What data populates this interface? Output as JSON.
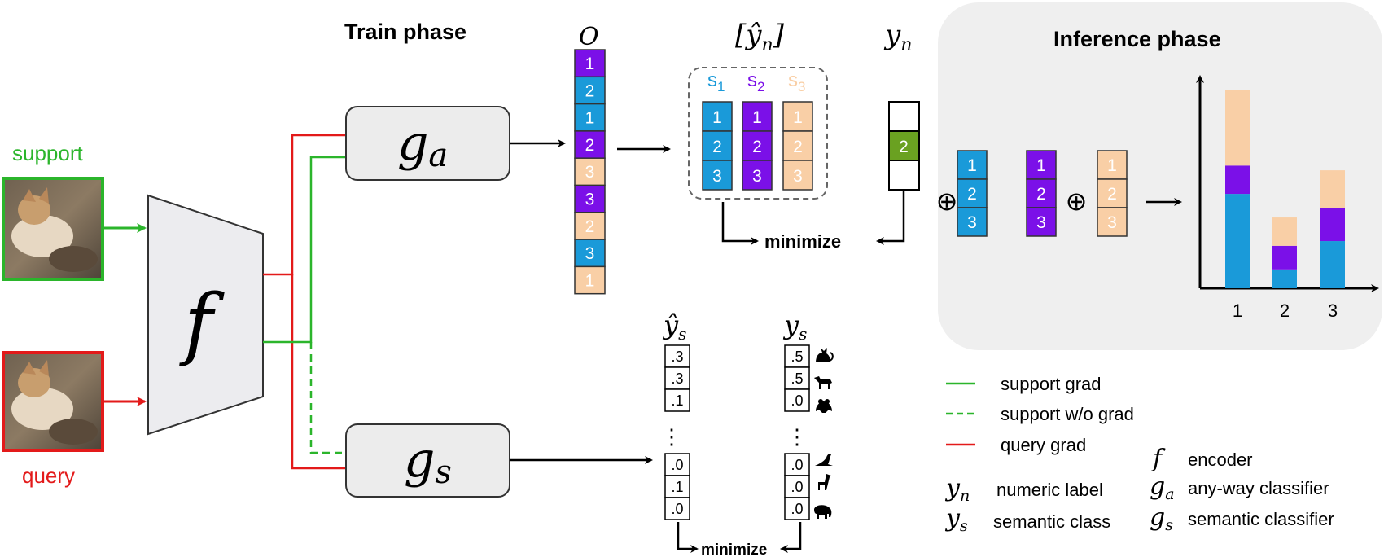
{
  "train_title": "Train phase",
  "inference_title": "Inference phase",
  "inputs": {
    "support": "support",
    "query": "query"
  },
  "encoder_symbol": "f",
  "heads": {
    "ga": "g",
    "ga_sub": "a",
    "gs": "g",
    "gs_sub": "s"
  },
  "output_label": "O",
  "output_column": [
    "1",
    "2",
    "1",
    "2",
    "3",
    "3",
    "2",
    "3",
    "1"
  ],
  "pred_label": "[ŷ",
  "pred_label_sub": "n",
  "pred_label_close": "]",
  "pred_columns": [
    {
      "label": "s",
      "sub": "1",
      "cells": [
        "1",
        "2",
        "3"
      ],
      "color": "#1a9ad9"
    },
    {
      "label": "s",
      "sub": "2",
      "cells": [
        "1",
        "2",
        "3"
      ],
      "color": "#7b10e8"
    },
    {
      "label": "s",
      "sub": "3",
      "cells": [
        "1",
        "2",
        "3"
      ],
      "color": "#f9cfa6"
    }
  ],
  "yn_label": "y",
  "yn_sub": "n",
  "yn_value": "2",
  "minimize_top": "minimize",
  "minimize_bottom": "minimize",
  "ys_hat_label": "ŷ",
  "ys_hat_sub": "s",
  "ys_hat_top": [
    ".3",
    ".3",
    ".1"
  ],
  "ys_hat_bottom": [
    ".0",
    ".1",
    ".0"
  ],
  "ys_label": "y",
  "ys_sub": "s",
  "ys_top": [
    ".5",
    ".5",
    ".0"
  ],
  "ys_bottom": [
    ".0",
    ".0",
    ".0"
  ],
  "ys_animals": [
    "cat-icon",
    "dog-icon",
    "frog-icon",
    "seal-icon",
    "giraffe-icon",
    "elephant-icon"
  ],
  "ellipsis": "⋮",
  "inference_columns": [
    {
      "cells": [
        "1",
        "2",
        "3"
      ],
      "color": "#1a9ad9"
    },
    {
      "cells": [
        "1",
        "2",
        "3"
      ],
      "color": "#7b10e8"
    },
    {
      "cells": [
        "1",
        "2",
        "3"
      ],
      "color": "#f9cfa6"
    }
  ],
  "oplus": "⊕",
  "colors": {
    "blue": "#1a9ad9",
    "purple": "#7b10e8",
    "peach": "#f9cfa6",
    "green": "#6aa121",
    "support": "#2bb52b",
    "query": "#e31a1a"
  },
  "chart_data": {
    "type": "bar",
    "categories": [
      "1",
      "2",
      "3"
    ],
    "series": [
      {
        "values": [
          1.0,
          0.2,
          0.5
        ],
        "color": "#1a9ad9"
      },
      {
        "values": [
          0.3,
          0.25,
          0.35
        ],
        "color": "#7b10e8"
      },
      {
        "values": [
          0.8,
          0.3,
          0.4
        ],
        "color": "#f9cfa6"
      }
    ],
    "ylim": [
      0,
      2.2
    ]
  },
  "legend": {
    "support_grad": "support grad",
    "support_nograd": "support w/o grad",
    "query_grad": "query grad",
    "f_sym": "f",
    "f_desc": "encoder",
    "yn_sym": "y",
    "yn_sub": "n",
    "yn_desc": "numeric label",
    "ga_sym": "g",
    "ga_sub": "a",
    "ga_desc": "any-way classifier",
    "ys_sym": "y",
    "ys_sub": "s",
    "ys_desc": "semantic class",
    "gs_sym": "g",
    "gs_sub": "s",
    "gs_desc": "semantic classifier"
  }
}
